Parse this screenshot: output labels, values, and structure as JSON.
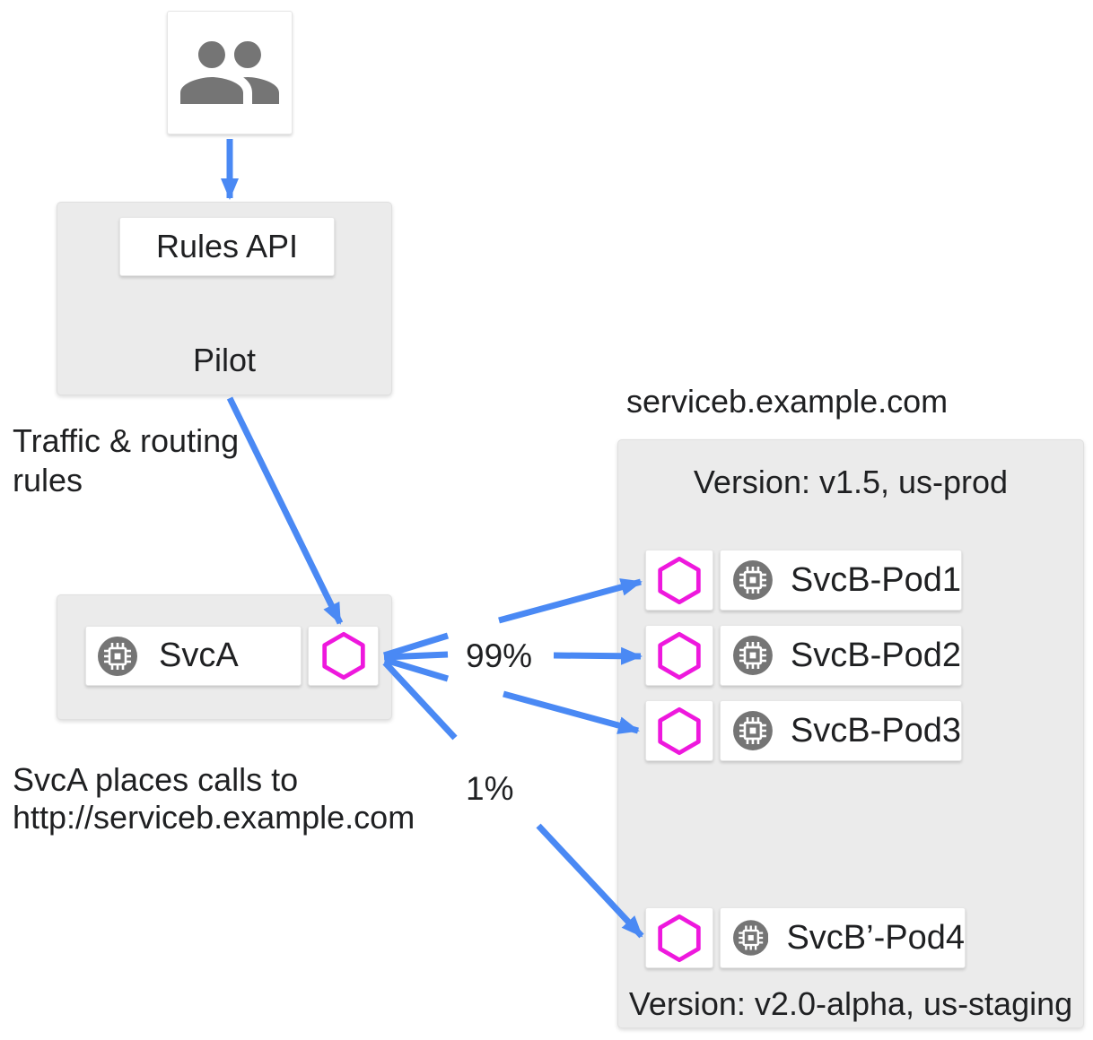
{
  "colors": {
    "arrow_blue": "#4a89f4",
    "proxy_magenta": "#ee18dd",
    "icon_gray": "#757575",
    "container_gray": "#ebebeb"
  },
  "icons": {
    "users": "two-people-silhouette",
    "workload": "memory-chip-circle",
    "proxy": "magenta-hexagon-outline"
  },
  "pilot": {
    "rules_api_label": "Rules API",
    "label": "Pilot"
  },
  "svca": {
    "label": "SvcA"
  },
  "annotations": {
    "traffic_rules_line1": "Traffic & routing",
    "traffic_rules_line2": "rules",
    "svca_calls_line1": "SvcA places calls to",
    "svca_calls_line2": "http://serviceb.example.com",
    "weight_major": "99%",
    "weight_minor": "1%"
  },
  "serviceb": {
    "hostname": "serviceb.example.com",
    "prod_version_label": "Version: v1.5, us-prod",
    "staging_version_label": "Version: v2.0-alpha, us-staging",
    "pods": [
      {
        "label": "SvcB-Pod1"
      },
      {
        "label": "SvcB-Pod2"
      },
      {
        "label": "SvcB-Pod3"
      },
      {
        "label": "SvcB’-Pod4"
      }
    ]
  }
}
